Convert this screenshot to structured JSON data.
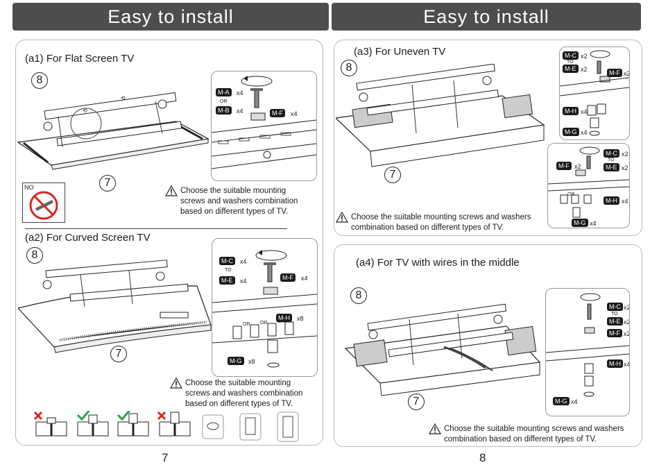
{
  "banners": {
    "left": "Easy to install",
    "right": "Easy to install"
  },
  "page_numbers": {
    "left": "7",
    "right": "8"
  },
  "sections": {
    "a1": {
      "title": "(a1) For Flat Screen TV",
      "callout_arm": "8",
      "callout_plate": "7",
      "no_label": "NO"
    },
    "a2": {
      "title": "(a2) For Curved Screen TV",
      "callout_arm": "8",
      "callout_plate": "7"
    },
    "a3": {
      "title": "(a3) For Uneven TV",
      "callout_arm": "8",
      "callout_plate": "7"
    },
    "a4": {
      "title": "(a4) For TV with wires in the middle",
      "callout_arm": "8",
      "callout_plate": "7"
    }
  },
  "caution": {
    "a1": [
      "Choose the suitable mounting",
      "screws and washers combination",
      "based on different types of TV."
    ],
    "a2": [
      "Choose the suitable mounting",
      "screws and washers combination",
      "based on different types of TV."
    ],
    "a3": [
      "Choose the suitable mounting screws and washers",
      "combination based on different types of TV."
    ],
    "a4": [
      "Choose the suitable mounting screws and washers",
      "combination based on different types of TV."
    ]
  },
  "hardware": {
    "a1": {
      "ma": "M-A",
      "ma_qty": "x4",
      "or": "OR",
      "mb": "M-B",
      "mb_qty": "x4",
      "mf": "M-F",
      "mf_qty": "x4"
    },
    "a2": {
      "mc": "M-C",
      "mc_qty": "x4",
      "to": "TO",
      "me": "M-E",
      "me_qty": "x4",
      "mf": "M-F",
      "mf_qty": "x4",
      "mh": "M-H",
      "mh_qty": "x8",
      "mg": "M-G",
      "mg_qty": "x8",
      "or1": "OR",
      "or2": "OR",
      "or3": "OR"
    },
    "a3_top": {
      "mc": "M-C",
      "mc_qty": "x2",
      "to": "TO",
      "me": "M-E",
      "me_qty": "x2",
      "mf": "M-F",
      "mf_qty": "x2",
      "mh": "M-H",
      "mh_qty": "x4",
      "mg": "M-G",
      "mg_qty": "x4"
    },
    "a3_bottom": {
      "mc": "M-C",
      "mc_qty": "x2",
      "to": "TO",
      "me": "M-E",
      "me_qty": "x2",
      "mf": "M-F",
      "mf_qty": "x2",
      "mh": "M-H",
      "mh_qty": "x4",
      "mg": "M-G",
      "mg_qty": "x4",
      "or1": "OR"
    },
    "a4": {
      "mc": "M-C",
      "mc_qty": "x2",
      "to": "TO",
      "me": "M-E",
      "me_qty": "x2",
      "mf": "M-F",
      "mf_qty": "x2",
      "mh": "M-H",
      "mh_qty": "x4",
      "mg": "M-G",
      "mg_qty": "x4"
    }
  },
  "icons": {
    "no_sign": "prohibited-circle-icon",
    "caution": "warning-triangle-icon",
    "rotate": "rotate-arrow-icon",
    "wrong": "red-x-icon",
    "right": "green-check-icon"
  },
  "colors": {
    "banner": "#4d4d4f",
    "wrong": "#d6261e",
    "right": "#2fa043"
  }
}
